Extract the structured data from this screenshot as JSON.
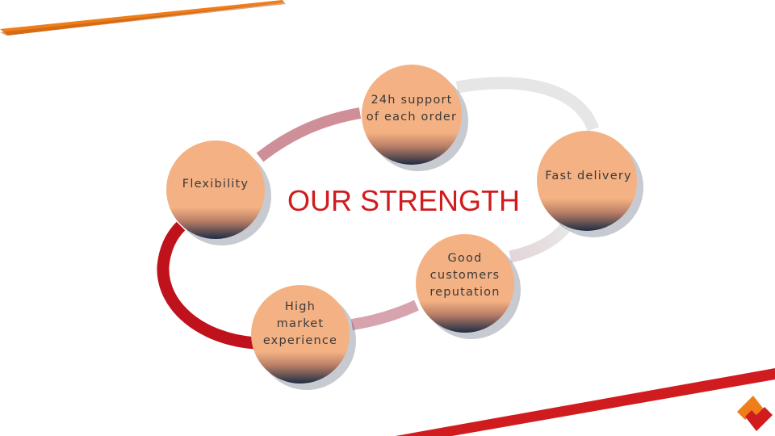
{
  "title": "OUR STRENGTH",
  "nodes": [
    {
      "id": "support",
      "label": "24h support\nof each order"
    },
    {
      "id": "fast",
      "label": "Fast delivery"
    },
    {
      "id": "flex",
      "label": "Flexibility"
    },
    {
      "id": "reputation",
      "label": "Good\ncustomers\nreputation"
    },
    {
      "id": "market",
      "label": "High\nmarket\nexperience"
    }
  ],
  "colors": {
    "accent_red": "#d01c1f",
    "accent_orange": "#ee7d1a",
    "node_fill": "#f4b183",
    "node_shadow_dark": "#1f2d44",
    "ring_light": "#e6e6e6",
    "ring_mid": "#d4a0a8"
  },
  "icons": [
    "logo-diamond-icon"
  ]
}
